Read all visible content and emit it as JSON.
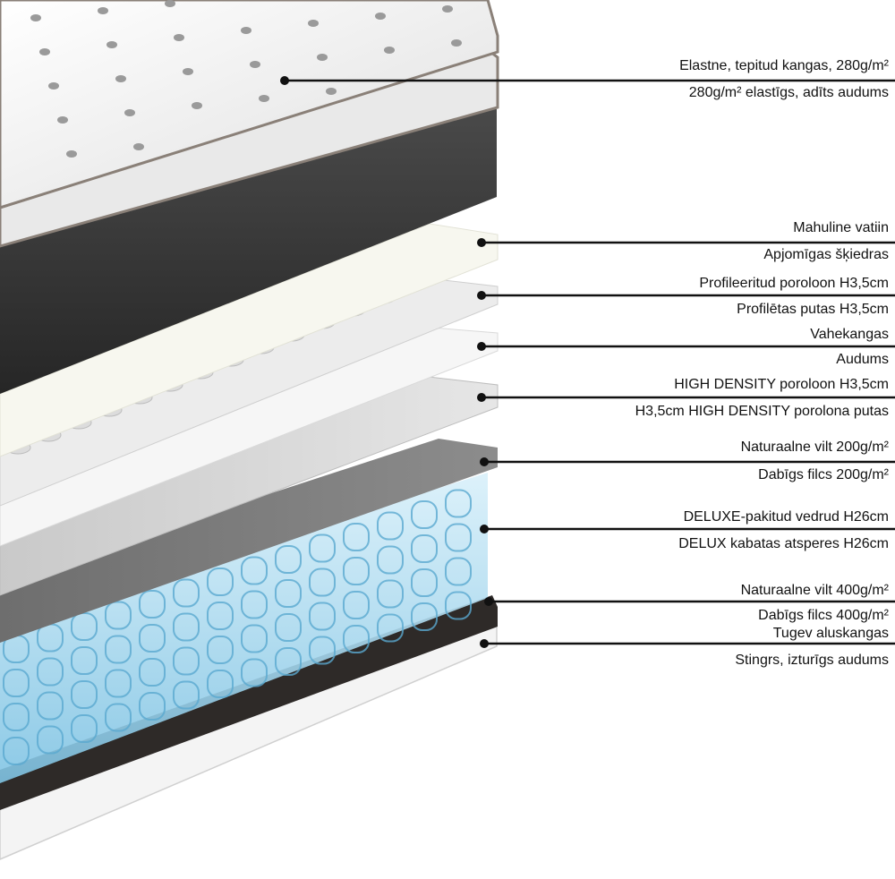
{
  "colors": {
    "leader_line": "#111111",
    "label_text": "#111111",
    "cover_fabric": "#f2f2f2",
    "border_dark": "#3c3c3c",
    "spring_blue": "#8fd0ea",
    "felt_dark": "#2e2a28"
  },
  "layers": [
    {
      "id": "top-fabric",
      "label_primary": "Elastne, tepitud kangas, 280g/m²",
      "label_secondary": "280g/m² elastīgs, adīts audums"
    },
    {
      "id": "wadding",
      "label_primary": "Mahuline vatiin",
      "label_secondary": "Apjomīgas šķiedras"
    },
    {
      "id": "profiled-foam",
      "label_primary": "Profileeritud poroloon H3,5cm",
      "label_secondary": "Profilētas putas H3,5cm"
    },
    {
      "id": "spacer-fabric",
      "label_primary": "Vahekangas",
      "label_secondary": "Audums"
    },
    {
      "id": "hd-foam",
      "label_primary": "HIGH DENSITY poroloon H3,5cm",
      "label_secondary": "H3,5cm HIGH DENSITY porolona putas"
    },
    {
      "id": "felt-200",
      "label_primary": "Naturaalne vilt 200g/m²",
      "label_secondary": "Dabīgs filcs 200g/m²"
    },
    {
      "id": "pocket-springs",
      "label_primary": "DELUXE-pakitud vedrud H26cm",
      "label_secondary": "DELUX kabatas atsperes H26cm"
    },
    {
      "id": "felt-400",
      "label_primary": "Naturaalne vilt 400g/m²",
      "label_secondary": "Dabīgs filcs 400g/m²"
    },
    {
      "id": "base-fabric",
      "label_primary": "Tugev aluskangas",
      "label_secondary": "Stingrs, izturīgs audums"
    }
  ]
}
